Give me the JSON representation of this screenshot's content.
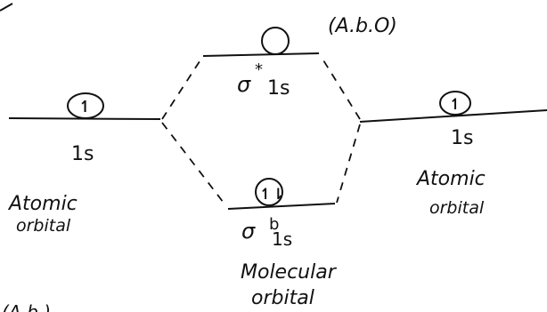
{
  "colors": {
    "ink": "#111111",
    "background": "#ffffff"
  },
  "diagram": {
    "abo_label": "(A.b.O)",
    "left_atomic": {
      "electron_symbol": "↿",
      "orbital_label": "1s",
      "caption_line1": "Atomic",
      "caption_line2": "orbital"
    },
    "right_atomic": {
      "electron_symbol": "↿",
      "orbital_label": "1s",
      "caption_line1": "Atomic",
      "caption_line2": "orbital"
    },
    "antibonding": {
      "label_main": "σ",
      "label_superscript": "*",
      "label_subscript": "1s"
    },
    "bonding": {
      "electron_symbol": "↿⇂",
      "label_main": "σ",
      "label_superscript": "b",
      "label_subscript": "1s"
    },
    "center_caption_line1": "Molecular",
    "center_caption_line2": "orbital",
    "bottom_left_partial": "(A.b.)"
  }
}
